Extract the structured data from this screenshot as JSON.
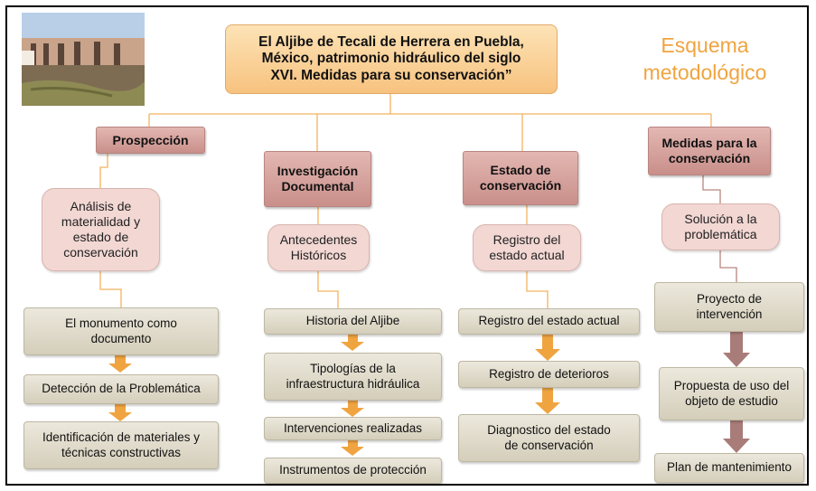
{
  "title": "El Aljibe de Tecali de Herrera en Puebla,\nMéxico, patrimonio hidráulico del siglo\nXVI. Medidas para su conservación”",
  "esquema": "Esquema\nmetodológico",
  "photo_icon": "aljibe-photo",
  "colors": {
    "orange": "#f0a440",
    "connector": "#f3b25f",
    "mauve": "#c98f8a",
    "brown_arrow": "#a87c78"
  },
  "columns": [
    {
      "heading": "Prospección",
      "sub": "Análisis de\nmaterialidad y\nestado de\nconservación",
      "items": [
        "El monumento como\ndocumento",
        "Detección de la Problemática",
        "Identificación de materiales y\ntécnicas constructivas"
      ]
    },
    {
      "heading": "Investigación\nDocumental",
      "sub": "Antecedentes\nHistóricos",
      "items": [
        "Historia del Aljibe",
        "Tipologías de la\ninfraestructura hidráulica",
        "Intervenciones realizadas",
        "Instrumentos de protección"
      ]
    },
    {
      "heading": "Estado de\nconservación",
      "sub": "Registro del\nestado actual",
      "items": [
        "Registro del estado actual",
        "Registro de deterioros",
        "Diagnostico del estado\nde conservación"
      ]
    },
    {
      "heading": "Medidas para la\nconservación",
      "sub": "Solución a la\nproblemática",
      "items": [
        "Proyecto de\nintervención",
        "Propuesta de uso del\nobjeto de estudio",
        "Plan de mantenimiento"
      ]
    }
  ]
}
